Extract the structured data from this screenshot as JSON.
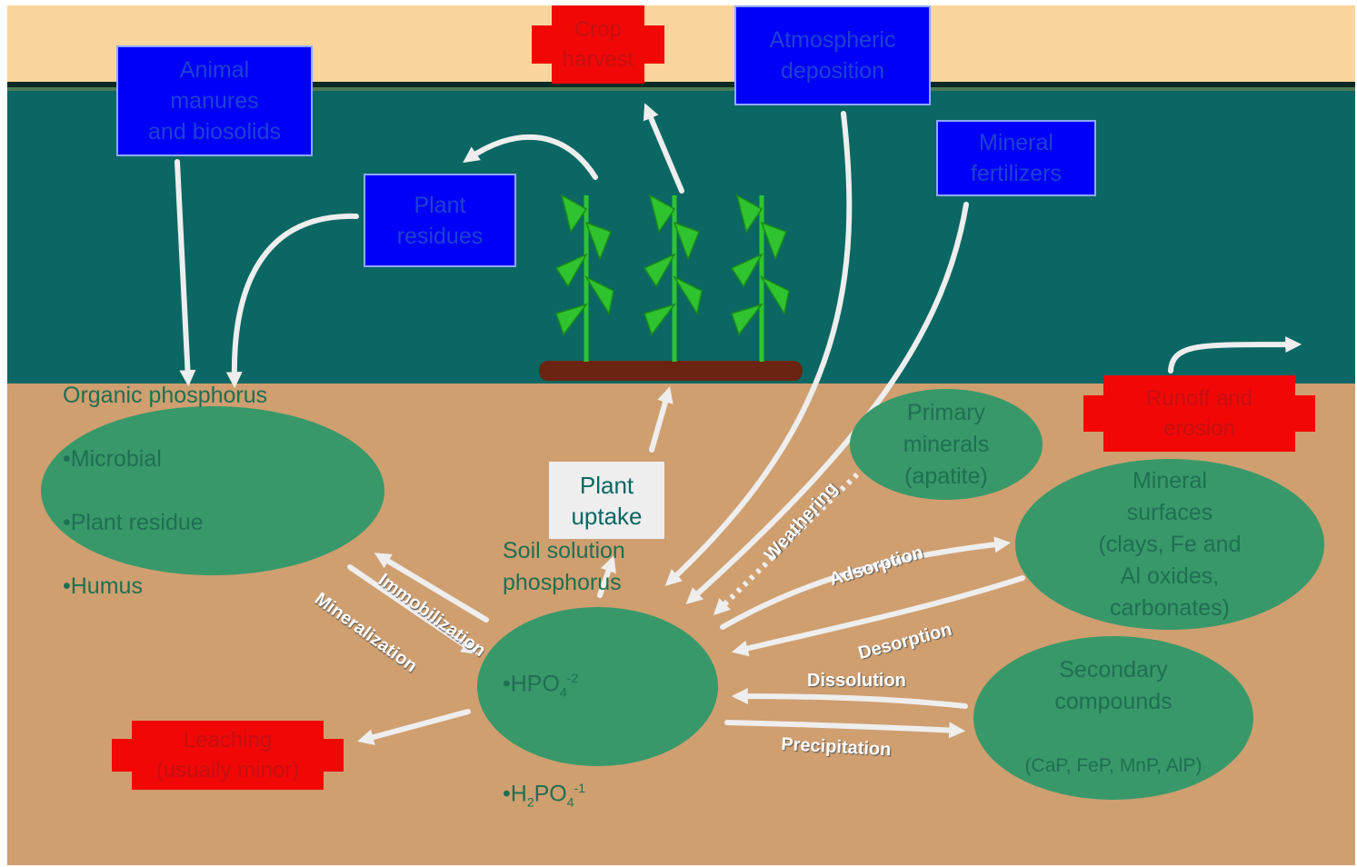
{
  "colors": {
    "sky": "#fbd59c",
    "band": "#0b6763",
    "soil": "#cf9f70",
    "oval_fill": "#38986a",
    "oval_text": "#1f6f52",
    "blue_box": "#0000f8",
    "blue_text": "#1e40d6",
    "red_box": "#f20707",
    "red_text": "#c41010",
    "arrow": "#eeeeee",
    "plant": "#2fc42f",
    "plant_base": "#6b2411"
  },
  "inputs": {
    "animal_manures": "Animal\nmanures\nand biosolids",
    "plant_residues": "Plant\nresidues",
    "atmospheric_deposition": "Atmospheric\ndeposition",
    "mineral_fertilizers": "Mineral\nfertilizers"
  },
  "losses": {
    "crop_harvest": "Crop\nharvest",
    "runoff_erosion": "Runoff and\nerosion",
    "leaching": "Leaching\n(usually minor)"
  },
  "pools": {
    "organic_p": {
      "title": "Organic phosphorus",
      "items": [
        "•Microbial",
        "•Plant residue",
        "•Humus"
      ]
    },
    "soil_solution": {
      "title": "Soil solution\nphosphorus",
      "hpo4": {
        "prefix": "•HPO",
        "sub": "4",
        "sup": "-2"
      },
      "h2po4": {
        "prefix": "•H",
        "sub1": "2",
        "mid": "PO",
        "sub2": "4",
        "sup": "-1"
      }
    },
    "primary_minerals": "Primary\nminerals\n(apatite)",
    "mineral_surfaces": "Mineral\nsurfaces\n(clays, Fe and\nAl oxides,\ncarbonates)",
    "secondary_compounds": {
      "title": "Secondary\ncompounds",
      "detail": "(CaP, FeP, MnP, AlP)"
    }
  },
  "plant_uptake": "Plant\nuptake",
  "processes": {
    "immobilization": "Immobilization",
    "mineralization": "Mineralization",
    "weathering": "Weathering",
    "adsorption": "Adsorption",
    "desorption": "Desorption",
    "dissolution": "Dissolution",
    "precipitation": "Precipitation"
  }
}
